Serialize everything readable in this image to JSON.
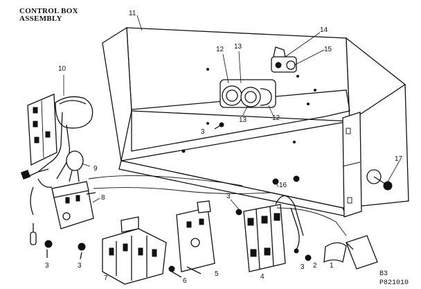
{
  "title": {
    "line1": "CONTROL BOX",
    "line2": "ASSEMBLY"
  },
  "callouts": [
    {
      "id": "c11",
      "text": "11"
    },
    {
      "id": "c12a",
      "text": "12"
    },
    {
      "id": "c13a",
      "text": "13"
    },
    {
      "id": "c14",
      "text": "14"
    },
    {
      "id": "c15",
      "text": "15"
    },
    {
      "id": "c13b",
      "text": "13"
    },
    {
      "id": "c12b",
      "text": "12"
    },
    {
      "id": "c3a",
      "text": "3"
    },
    {
      "id": "c10",
      "text": "10"
    },
    {
      "id": "c9",
      "text": "9"
    },
    {
      "id": "c8",
      "text": "8"
    },
    {
      "id": "c16",
      "text": "16"
    },
    {
      "id": "c17",
      "text": "17"
    },
    {
      "id": "c3b",
      "text": "3"
    },
    {
      "id": "c4",
      "text": "4"
    },
    {
      "id": "c3c",
      "text": "3"
    },
    {
      "id": "c3d",
      "text": "3"
    },
    {
      "id": "c7",
      "text": "7"
    },
    {
      "id": "c6",
      "text": "6"
    },
    {
      "id": "c5",
      "text": "5"
    },
    {
      "id": "c3e",
      "text": "3"
    },
    {
      "id": "c2",
      "text": "2"
    },
    {
      "id": "c1",
      "text": "1"
    }
  ],
  "codes": {
    "line1": "B3",
    "line2": "P821010"
  }
}
